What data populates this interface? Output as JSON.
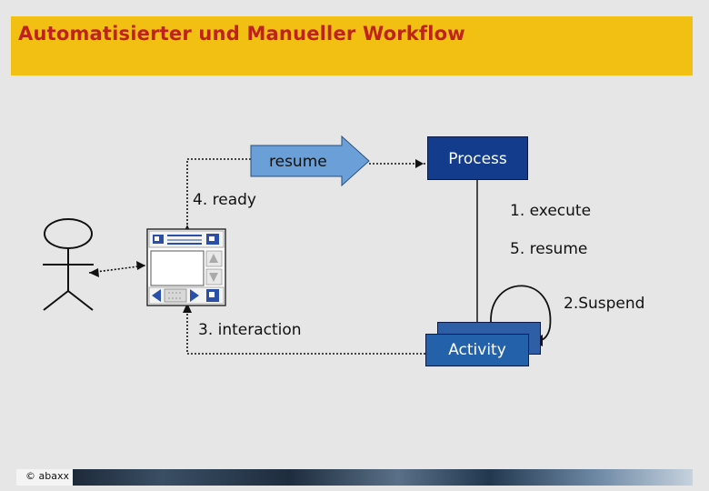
{
  "header": {
    "title": "Automatisierter und Manueller Workflow"
  },
  "diagram": {
    "resume_arrow_label": "resume",
    "process_label": "Process",
    "activity_label": "Activity",
    "step_ready": "4. ready",
    "step_execute": "1. execute",
    "step_resume": "5. resume",
    "step_suspend": "2.Suspend",
    "step_interaction": "3. interaction"
  },
  "footer": {
    "copyright": "© abaxx"
  },
  "colors": {
    "header_bg": "#f2c013",
    "title_red": "#c0211a",
    "process_blue": "#143c8c",
    "activity_blue": "#2461ab",
    "arrow_blue": "#6a9fd8"
  }
}
